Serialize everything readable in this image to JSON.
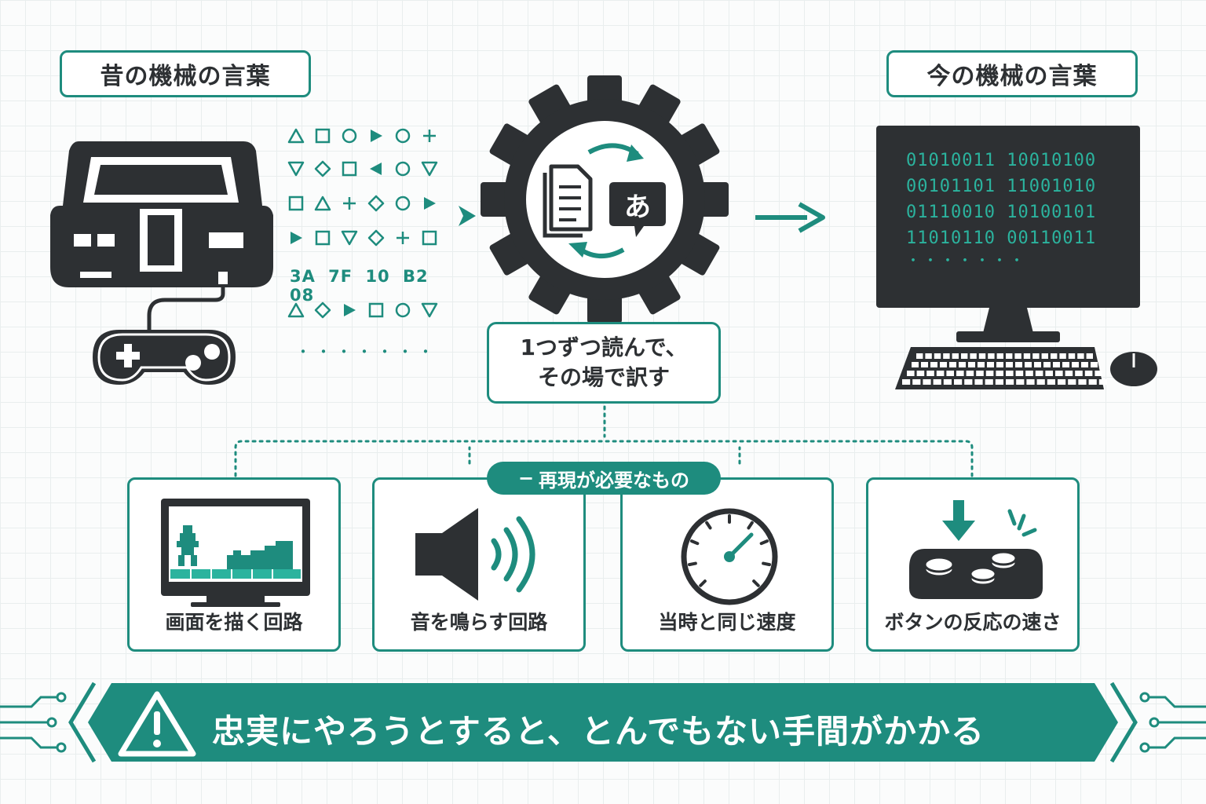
{
  "labels": {
    "old_machine": "昔の機械の言葉",
    "new_machine": "今の機械の言葉"
  },
  "old_code": {
    "symbol_rows": [
      [
        "triangle",
        "square",
        "circle",
        "play",
        "circle",
        "plus"
      ],
      [
        "triangle-down",
        "diamond",
        "square",
        "play-left",
        "circle",
        "triangle-down"
      ],
      [
        "square",
        "triangle",
        "plus",
        "diamond",
        "circle",
        "play"
      ],
      [
        "play",
        "square",
        "triangle-down",
        "diamond",
        "plus",
        "square"
      ],
      [
        "triangle",
        "diamond",
        "play",
        "square",
        "circle",
        "triangle-down"
      ]
    ],
    "hex_line": "3A 7F 10 B2 08",
    "ellipsis": "・・・・・・・"
  },
  "translator": {
    "bubble_char": "あ",
    "caption_line1": "1つずつ読んで、",
    "caption_line2": "その場で訳す"
  },
  "new_code": {
    "lines": [
      "01010011 10010100",
      "00101101 11001010",
      "01110010 10100101",
      "11010110 00110011"
    ],
    "ellipsis": "・・・・・・・"
  },
  "requirements": {
    "heading": "再現が必要なもの",
    "items": [
      {
        "label": "画面を描く回路",
        "icon": "tv-pixel-icon"
      },
      {
        "label": "音を鳴らす回路",
        "icon": "speaker-icon"
      },
      {
        "label": "当時と同じ速度",
        "icon": "speedometer-icon"
      },
      {
        "label": "ボタンの反応の速さ",
        "icon": "button-press-icon"
      }
    ]
  },
  "warning": {
    "text": "忠実にやろうとすると、とんでもない手間がかかる"
  },
  "colors": {
    "teal": "#1e8c7e",
    "teal_light": "#2bb39e",
    "dark": "#2d3033",
    "background": "#fbfcfc"
  }
}
